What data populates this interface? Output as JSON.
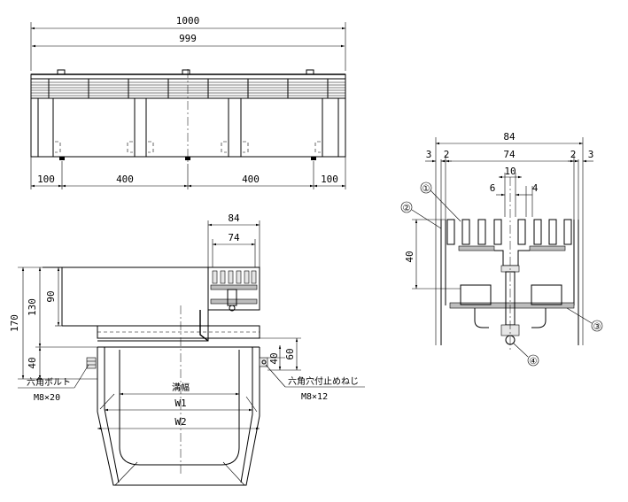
{
  "top_view": {
    "dim_overall": "1000",
    "dim_inner": "999",
    "dim_bottom": [
      "100",
      "400",
      "400",
      "100"
    ]
  },
  "front_view": {
    "dim_width_outer": "84",
    "dim_width_inner": "74",
    "dim_height_total": "170",
    "dim_height_130": "130",
    "dim_height_90": "90",
    "dim_height_40": "40",
    "dim_right_60": "60",
    "dim_right_40": "40",
    "channel_width": "溝幅",
    "w1": "W1",
    "w2": "W2",
    "hex_bolt_name": "六角ボルト",
    "hex_bolt_size": "M8×20",
    "set_screw_name": "六角穴付止めねじ",
    "set_screw_size": "M8×12"
  },
  "detail_view": {
    "dim_84": "84",
    "dim_74": "74",
    "dim_10": "10",
    "dim_6": "6",
    "dim_4": "4",
    "dim_3_left": "3",
    "dim_2_left": "2",
    "dim_2_right": "2",
    "dim_3_right": "3",
    "dim_40": "40",
    "callout_1": "①",
    "callout_2": "②",
    "callout_3": "③",
    "callout_4": "④"
  }
}
